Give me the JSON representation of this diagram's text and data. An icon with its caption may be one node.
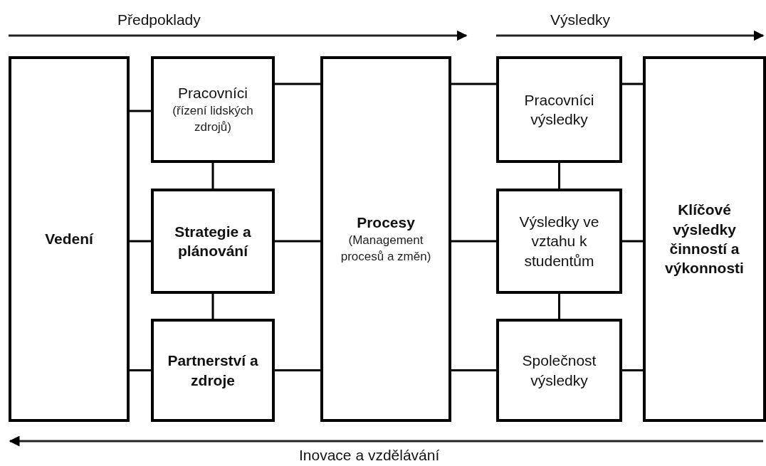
{
  "diagram": {
    "nodes": [
      {
        "text": [
          "Vedení"
        ]
      },
      {
        "text": [
          "Pracovníci",
          "(řízení lidských zdrojů)"
        ]
      },
      {
        "text": [
          "Strategie a plánování"
        ]
      },
      {
        "text": [
          "Partnerství a zdroje"
        ]
      },
      {
        "text": [
          "Procesy",
          "(Management procesů a změn)"
        ]
      },
      {
        "text": [
          "Pracovníci výsledky"
        ]
      },
      {
        "text": [
          "Výsledky ve vztahu k studentům"
        ]
      },
      {
        "text": [
          "Společnost výsledky"
        ]
      },
      {
        "text": [
          "Klíčové výsledky činností a výkonnosti"
        ]
      }
    ],
    "edges": [
      {
        "from": 0,
        "to": 1,
        "arrow": "none"
      },
      {
        "from": 0,
        "to": 2,
        "arrow": "none"
      },
      {
        "from": 0,
        "to": 3,
        "arrow": "none"
      },
      {
        "from": 1,
        "to": 2,
        "arrow": "none"
      },
      {
        "from": 2,
        "to": 3,
        "arrow": "none"
      },
      {
        "from": 1,
        "to": 4,
        "arrow": "none"
      },
      {
        "from": 2,
        "to": 4,
        "arrow": "none"
      },
      {
        "from": 3,
        "to": 4,
        "arrow": "none"
      },
      {
        "from": 4,
        "to": 5,
        "arrow": "none"
      },
      {
        "from": 4,
        "to": 6,
        "arrow": "none"
      },
      {
        "from": 4,
        "to": 7,
        "arrow": "none"
      },
      {
        "from": 5,
        "to": 6,
        "arrow": "none"
      },
      {
        "from": 6,
        "to": 7,
        "arrow": "none"
      },
      {
        "from": 5,
        "to": 8,
        "arrow": "none"
      },
      {
        "from": 6,
        "to": 8,
        "arrow": "none"
      },
      {
        "from": 7,
        "to": 8,
        "arrow": "none"
      }
    ],
    "labels": [
      "Předpoklady",
      "Výsledky",
      "Inovace a vzdělávání"
    ]
  }
}
